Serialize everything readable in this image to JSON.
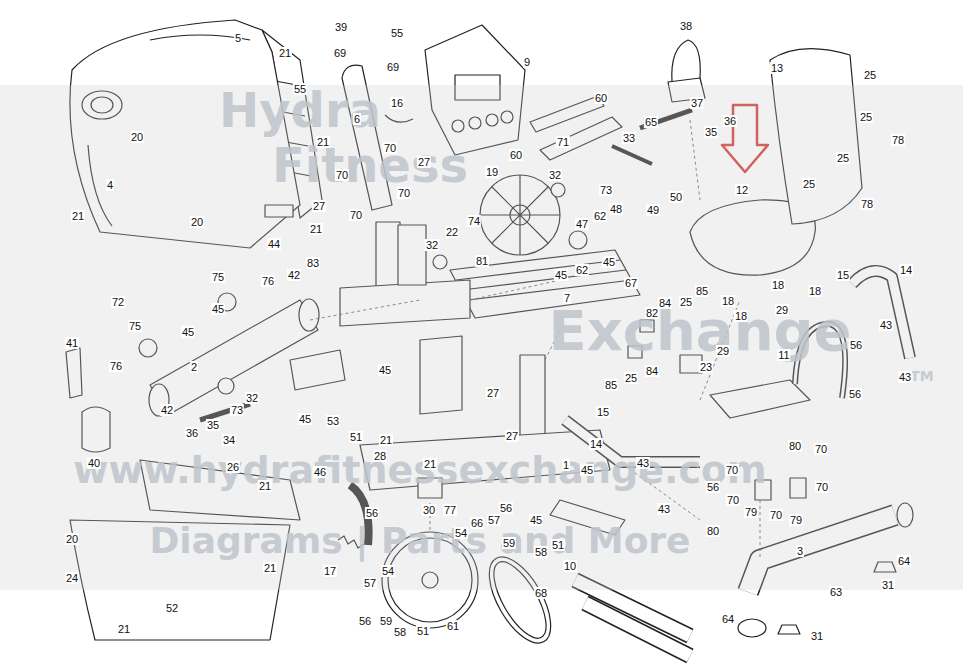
{
  "diagram": {
    "labels": [
      "5",
      "21",
      "20",
      "20",
      "4",
      "21",
      "21",
      "39",
      "55",
      "69",
      "69",
      "55",
      "6",
      "16",
      "27",
      "70",
      "70",
      "70",
      "27",
      "70",
      "21",
      "9",
      "60",
      "60",
      "71",
      "33",
      "73",
      "32",
      "19",
      "38",
      "37",
      "65",
      "35",
      "36",
      "12",
      "13",
      "25",
      "25",
      "25",
      "25",
      "78",
      "78",
      "74",
      "22",
      "32",
      "81",
      "47",
      "62",
      "48",
      "49",
      "50",
      "45",
      "62",
      "45",
      "67",
      "7",
      "44",
      "83",
      "42",
      "75",
      "76",
      "45",
      "72",
      "75",
      "45",
      "76",
      "41",
      "2",
      "42",
      "32",
      "73",
      "35",
      "36",
      "34",
      "40",
      "84",
      "25",
      "85",
      "82",
      "84",
      "25",
      "85",
      "23",
      "18",
      "18",
      "18",
      "18",
      "29",
      "29",
      "15",
      "14",
      "11",
      "56",
      "43",
      "43",
      "56",
      "45",
      "53",
      "51",
      "45",
      "27",
      "27",
      "15",
      "1",
      "14",
      "46",
      "21",
      "28",
      "21",
      "30",
      "56",
      "45",
      "43",
      "43",
      "80",
      "70",
      "70",
      "56",
      "70",
      "79",
      "70",
      "79",
      "70",
      "80",
      "77",
      "66",
      "57",
      "56",
      "54",
      "59",
      "58",
      "51",
      "45",
      "26",
      "21",
      "20",
      "24",
      "21",
      "52",
      "21",
      "17",
      "57",
      "54",
      "56",
      "59",
      "58",
      "51",
      "61",
      "68",
      "10",
      "3",
      "63",
      "31",
      "64",
      "64",
      "31",
      "Hydra",
      "Fitness",
      "Exchange",
      "TM",
      "www.hydrafitnessexchange.com",
      "Diagrams | Parts and More"
    ]
  }
}
